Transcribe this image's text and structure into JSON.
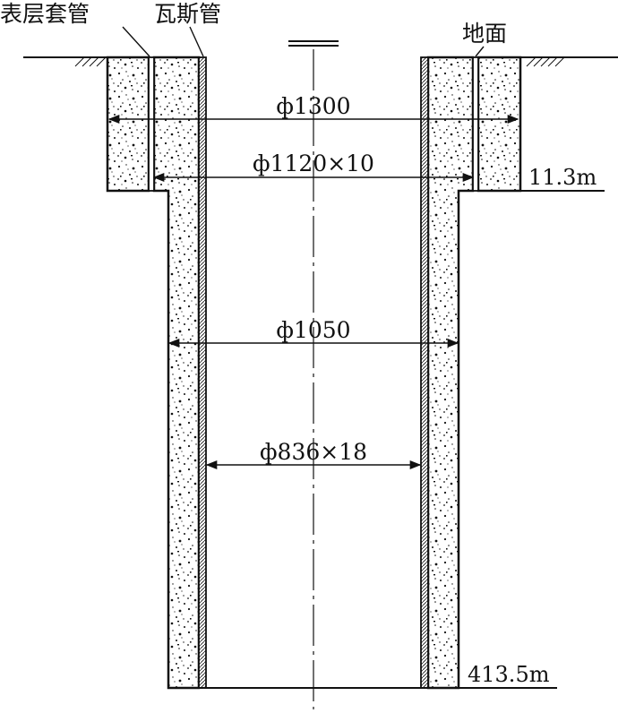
{
  "labels": {
    "surface_casing": "表层套管",
    "gas_pipe": "瓦斯管",
    "ground": "地面",
    "depth_top": "11.3m",
    "depth_bottom": "413.5m"
  },
  "dimensions": {
    "d1": "ф1300",
    "d2": "ф1120×10",
    "d3": "ф1050",
    "d4": "ф836×18"
  },
  "colors": {
    "line": "#111111",
    "fill": "#ffffff"
  }
}
